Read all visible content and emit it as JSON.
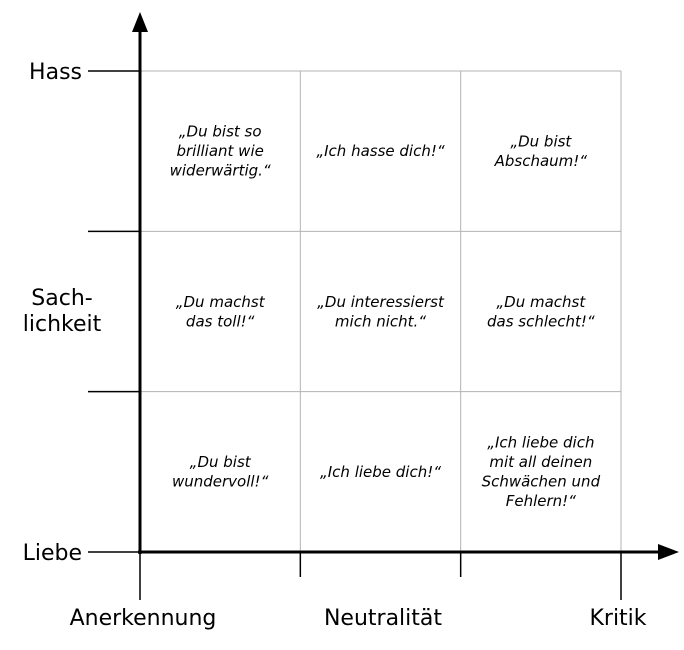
{
  "y_axis": {
    "labels": [
      {
        "lines": [
          "Hass"
        ]
      },
      {
        "lines": [
          "Sach-",
          "lichkeit"
        ]
      },
      {
        "lines": [
          "Liebe"
        ]
      }
    ]
  },
  "x_axis": {
    "labels": [
      {
        "text": "Anerkennung"
      },
      {
        "text": "Neutralität"
      },
      {
        "text": "Kritik"
      }
    ]
  },
  "grid": {
    "rows": [
      [
        {
          "lines": [
            "„Du bist so",
            "brilliant wie",
            "widerwärtig.“"
          ]
        },
        {
          "lines": [
            "„Ich hasse dich!“"
          ]
        },
        {
          "lines": [
            "„Du bist",
            "Abschaum!“"
          ]
        }
      ],
      [
        {
          "lines": [
            "„Du machst",
            "das toll!“"
          ]
        },
        {
          "lines": [
            "„Du interessierst",
            "mich nicht.“"
          ]
        },
        {
          "lines": [
            "„Du machst",
            "das schlecht!“"
          ]
        }
      ],
      [
        {
          "lines": [
            "„Du bist",
            "wundervoll!“"
          ]
        },
        {
          "lines": [
            "„Ich liebe dich!“"
          ]
        },
        {
          "lines": [
            "„Ich liebe dich",
            "mit all deinen",
            "Schwächen und",
            "Fehlern!“"
          ]
        }
      ]
    ]
  },
  "colors": {
    "axis": "#000000",
    "grid": "#b3b3b3"
  }
}
